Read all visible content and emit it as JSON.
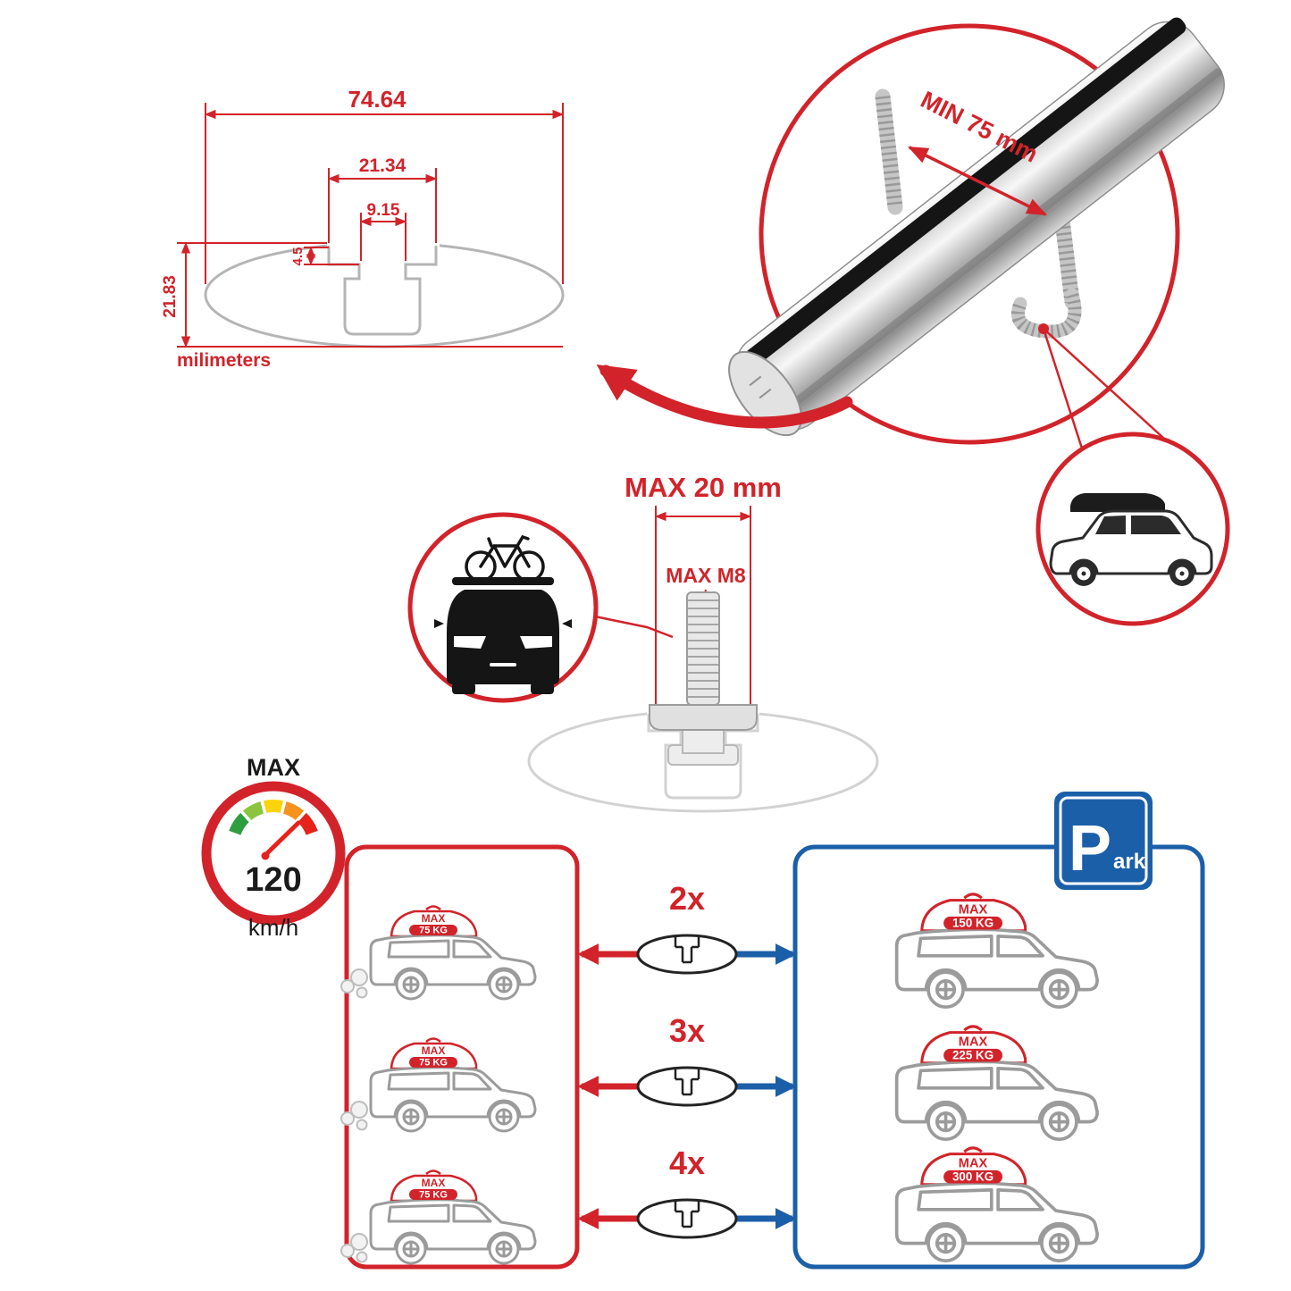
{
  "colors": {
    "accent_red": "#d2232a",
    "accent_blue": "#1b5fa8",
    "profile_gray": "#b5b5b5",
    "car_gray": "#9b9b9b",
    "black": "#1a1a1a"
  },
  "cross_section": {
    "width_total": "74.64",
    "width_mid": "21.34",
    "width_slot": "9.15",
    "depth_small": "4.5",
    "height_total": "21.83",
    "units_label": "milimeters"
  },
  "clamp_detail": {
    "min_label": "MIN 75 mm"
  },
  "bolt_detail": {
    "max_width_label": "MAX 20 mm",
    "max_thread_label": "MAX M8"
  },
  "speedometer": {
    "max_label": "MAX",
    "value": "120",
    "unit": "km/h"
  },
  "left_panel": {
    "cars": [
      {
        "box_label": "MAX",
        "box_value": "75 KG"
      },
      {
        "box_label": "MAX",
        "box_value": "75 KG"
      },
      {
        "box_label": "MAX",
        "box_value": "75 KG"
      }
    ]
  },
  "center_rows": [
    {
      "multiplier": "2x"
    },
    {
      "multiplier": "3x"
    },
    {
      "multiplier": "4x"
    }
  ],
  "right_panel": {
    "sign_p": "P",
    "sign_ark": "ark",
    "cars": [
      {
        "box_label": "MAX",
        "box_value": "150 KG"
      },
      {
        "box_label": "MAX",
        "box_value": "225 KG"
      },
      {
        "box_label": "MAX",
        "box_value": "300 KG"
      }
    ]
  }
}
